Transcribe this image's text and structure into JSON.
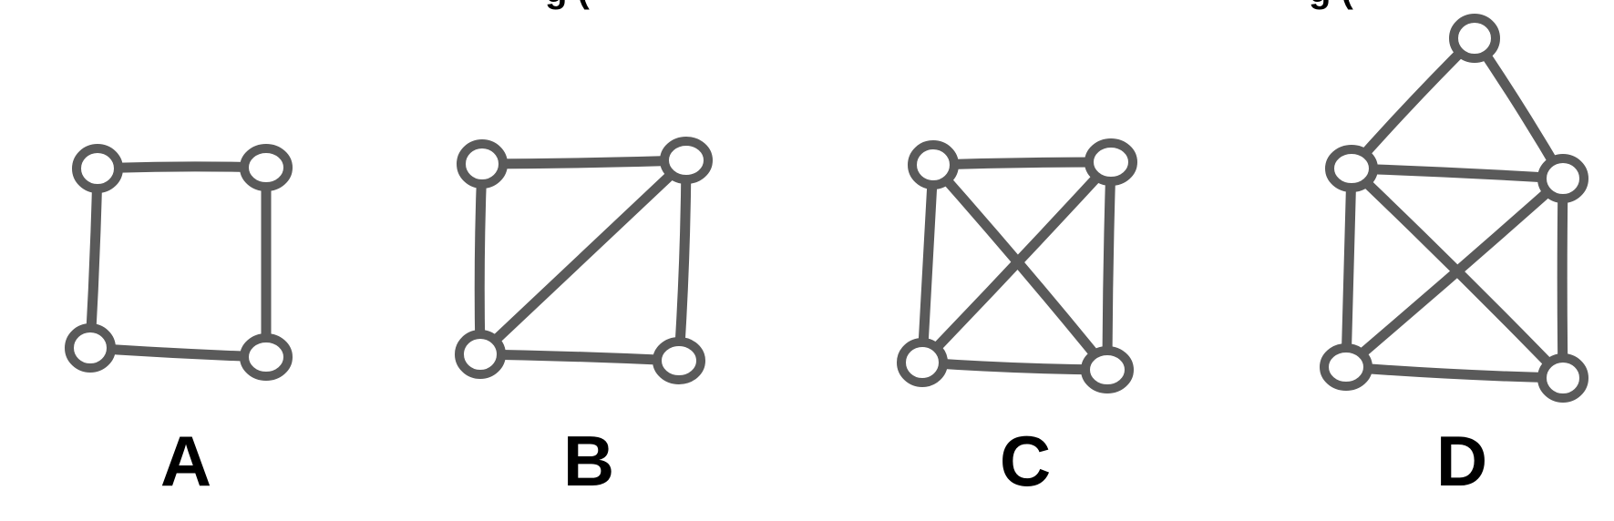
{
  "colors": {
    "stroke": "#5a5a5a",
    "label": "#000000",
    "background": "#ffffff"
  },
  "top_fragments": [
    "g (",
    "g ("
  ],
  "graphs": [
    {
      "label": "A",
      "nodes": [
        "top-left",
        "top-right",
        "bottom-left",
        "bottom-right"
      ],
      "edges": [
        [
          "top-left",
          "top-right"
        ],
        [
          "top-left",
          "bottom-left"
        ],
        [
          "top-right",
          "bottom-right"
        ],
        [
          "bottom-left",
          "bottom-right"
        ]
      ]
    },
    {
      "label": "B",
      "nodes": [
        "top-left",
        "top-right",
        "bottom-left",
        "bottom-right"
      ],
      "edges": [
        [
          "top-left",
          "top-right"
        ],
        [
          "top-left",
          "bottom-left"
        ],
        [
          "top-right",
          "bottom-right"
        ],
        [
          "bottom-left",
          "bottom-right"
        ],
        [
          "top-right",
          "bottom-left"
        ]
      ]
    },
    {
      "label": "C",
      "nodes": [
        "top-left",
        "top-right",
        "bottom-left",
        "bottom-right"
      ],
      "edges": [
        [
          "top-left",
          "top-right"
        ],
        [
          "top-left",
          "bottom-left"
        ],
        [
          "top-right",
          "bottom-right"
        ],
        [
          "bottom-left",
          "bottom-right"
        ],
        [
          "top-left",
          "bottom-right"
        ],
        [
          "top-right",
          "bottom-left"
        ]
      ]
    },
    {
      "label": "D",
      "nodes": [
        "apex",
        "top-left",
        "top-right",
        "bottom-left",
        "bottom-right"
      ],
      "edges": [
        [
          "apex",
          "top-left"
        ],
        [
          "apex",
          "top-right"
        ],
        [
          "top-left",
          "top-right"
        ],
        [
          "top-left",
          "bottom-left"
        ],
        [
          "top-right",
          "bottom-right"
        ],
        [
          "bottom-left",
          "bottom-right"
        ],
        [
          "top-left",
          "bottom-right"
        ],
        [
          "top-right",
          "bottom-left"
        ]
      ]
    }
  ]
}
